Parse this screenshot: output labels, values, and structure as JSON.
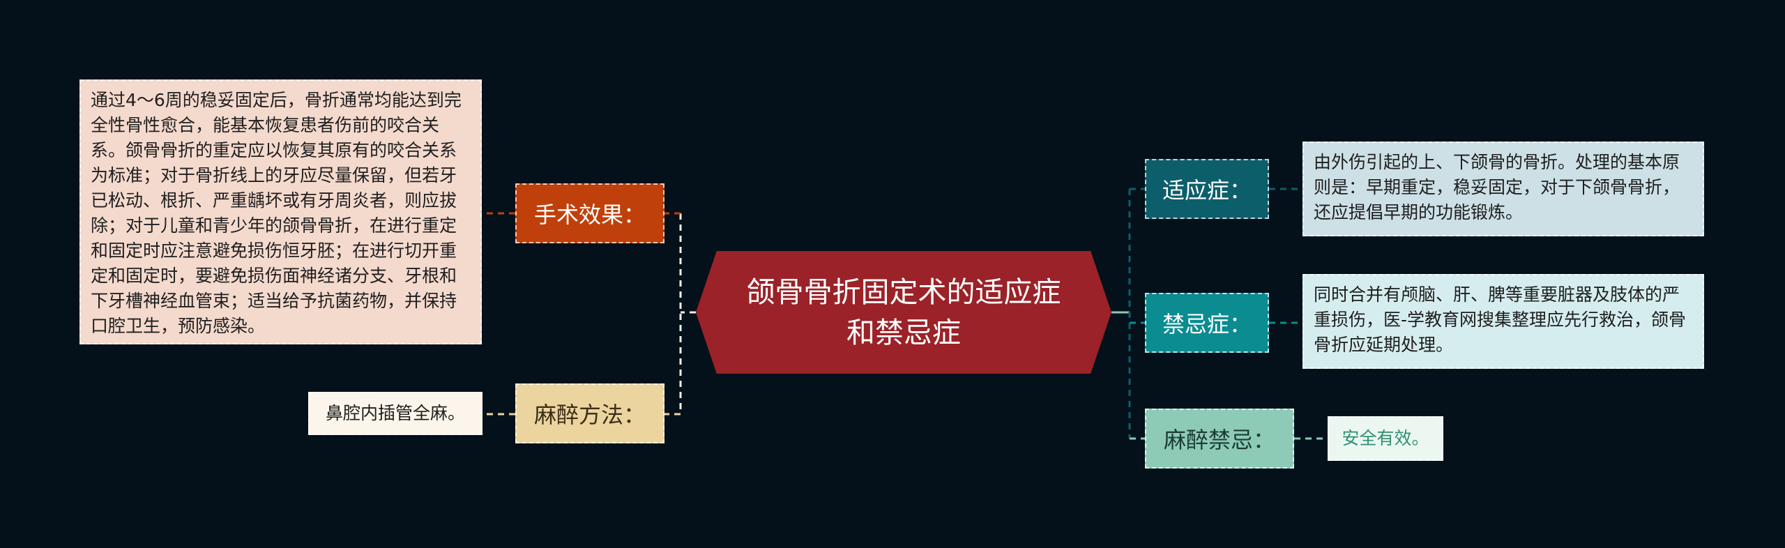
{
  "central": {
    "title_line1": "颌骨骨折固定术的适应症",
    "title_line2": "和禁忌症"
  },
  "branches": {
    "surgery_effect": {
      "label": "手术效果：",
      "text": "通过4～6周的稳妥固定后，骨折通常均能达到完全性骨性愈合，能基本恢复患者伤前的咬合关系。颌骨骨折的重定应以恢复其原有的咬合关系为标准；对于骨折线上的牙应尽量保留，但若牙已松动、根折、严重龋坏或有牙周炎者，则应拔除；对于儿童和青少年的颌骨骨折，在进行重定和固定时应注意避免损伤恒牙胚；在进行切开重定和固定时，要避免损伤面神经诸分支、牙根和下牙槽神经血管束；适当给予抗菌药物，并保持口腔卫生，预防感染。"
    },
    "anesthesia_method": {
      "label": "麻醉方法：",
      "text": "鼻腔内插管全麻。"
    },
    "indication": {
      "label": "适应症：",
      "text": "由外伤引起的上、下颌骨的骨折。处理的基本原则是：早期重定，稳妥固定，对于下颌骨骨折，还应提倡早期的功能锻炼。"
    },
    "contraindication": {
      "label": "禁忌症：",
      "text": "同时合并有颅脑、肝、脾等重要脏器及肢体的严重损伤，医-学教育网搜集整理应先行救治，颌骨骨折应延期处理。"
    },
    "anesthesia_contra": {
      "label": "麻醉禁忌：",
      "text": "安全有效。"
    }
  },
  "colors": {
    "background": "#04111a",
    "central": "#9b2228",
    "surgery_effect": "#c0400b",
    "anesthesia_method": "#ecd49f",
    "indication": "#0d5e6b",
    "contraindication": "#0a8c91",
    "anesthesia_contra": "#8dcbb7"
  }
}
